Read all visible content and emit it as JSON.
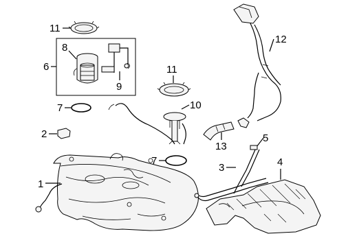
{
  "callouts": [
    {
      "id": "c11a",
      "text": "11"
    },
    {
      "id": "c8",
      "text": "8"
    },
    {
      "id": "c6",
      "text": "6"
    },
    {
      "id": "c9",
      "text": "9"
    },
    {
      "id": "c7a",
      "text": "7"
    },
    {
      "id": "c2",
      "text": "2"
    },
    {
      "id": "c1",
      "text": "1"
    },
    {
      "id": "c11b",
      "text": "11"
    },
    {
      "id": "c10",
      "text": "10"
    },
    {
      "id": "c7b",
      "text": "7"
    },
    {
      "id": "c13",
      "text": "13"
    },
    {
      "id": "c12",
      "text": "12"
    },
    {
      "id": "c5",
      "text": "5"
    },
    {
      "id": "c3",
      "text": "3"
    },
    {
      "id": "c4",
      "text": "4"
    }
  ],
  "parts": [
    {
      "id": "lock-ring-top",
      "icon": "lock-ring-icon"
    },
    {
      "id": "fuel-pump-assembly",
      "icon": "fuel-pump-icon"
    },
    {
      "id": "fuel-level-sender",
      "icon": "sender-float-icon"
    },
    {
      "id": "o-ring-left",
      "icon": "o-ring-icon"
    },
    {
      "id": "small-block",
      "icon": "block-icon"
    },
    {
      "id": "fuel-tank",
      "icon": "fuel-tank-icon"
    },
    {
      "id": "lock-ring-center",
      "icon": "lock-ring-icon"
    },
    {
      "id": "sub-sender-plate",
      "icon": "sender-plate-icon"
    },
    {
      "id": "o-ring-center",
      "icon": "o-ring-icon"
    },
    {
      "id": "filler-hose",
      "icon": "hose-icon"
    },
    {
      "id": "filler-pipe",
      "icon": "filler-neck-icon"
    },
    {
      "id": "tank-strap-short",
      "icon": "strap-icon"
    },
    {
      "id": "tank-strap-long",
      "icon": "strap-icon"
    },
    {
      "id": "heat-shield",
      "icon": "heat-shield-icon"
    }
  ]
}
